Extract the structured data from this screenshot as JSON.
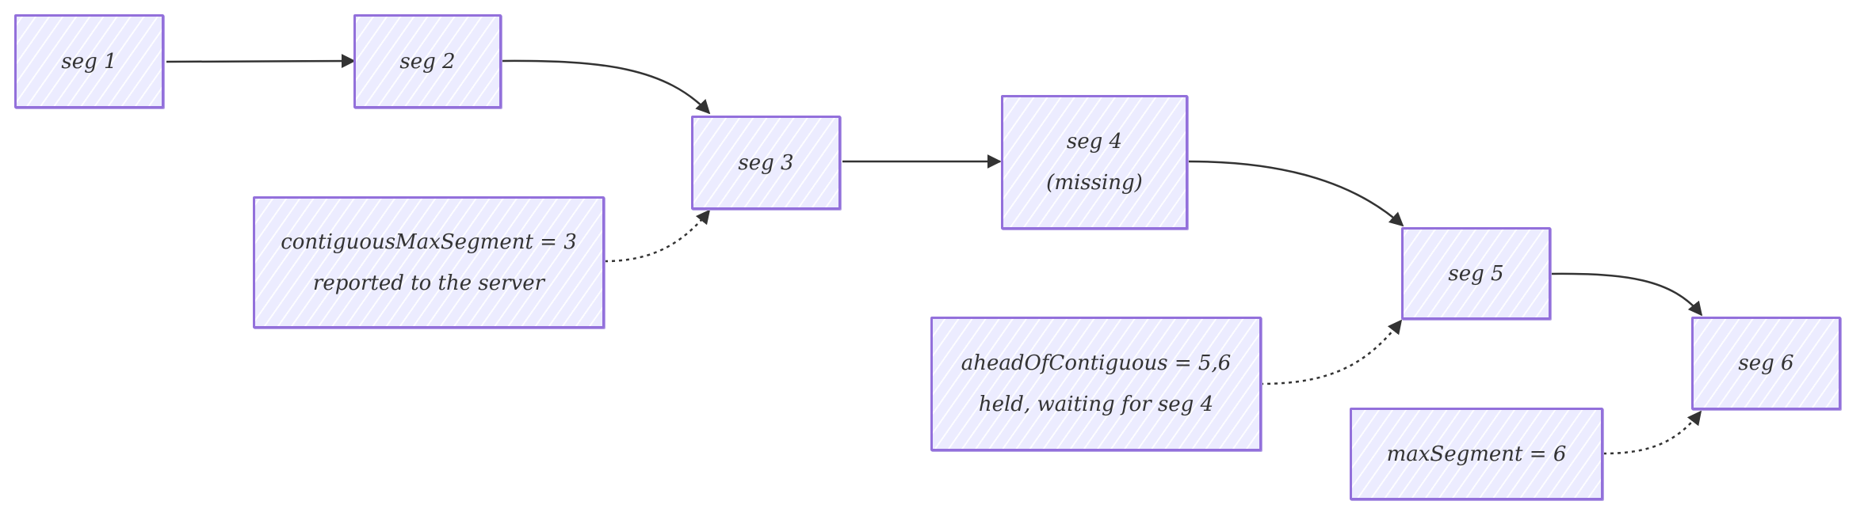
{
  "nodes": {
    "seg1": {
      "line1": "seg 1"
    },
    "seg2": {
      "line1": "seg 2"
    },
    "seg3": {
      "line1": "seg 3"
    },
    "seg4": {
      "line1": "seg 4",
      "line2": "(missing)"
    },
    "seg5": {
      "line1": "seg 5"
    },
    "seg6": {
      "line1": "seg 6"
    },
    "contiguous": {
      "line1": "contiguousMaxSegment = 3",
      "line2": "reported to the server"
    },
    "ahead": {
      "line1": "aheadOfContiguous = 5,6",
      "line2": "held, waiting for seg 4"
    },
    "max": {
      "line1": "maxSegment = 6"
    }
  },
  "edges": [
    {
      "from": "seg1",
      "to": "seg2",
      "style": "solid"
    },
    {
      "from": "seg2",
      "to": "seg3",
      "style": "solid"
    },
    {
      "from": "seg3",
      "to": "seg4",
      "style": "solid"
    },
    {
      "from": "seg4",
      "to": "seg5",
      "style": "solid"
    },
    {
      "from": "seg5",
      "to": "seg6",
      "style": "solid"
    },
    {
      "from": "contiguous",
      "to": "seg3",
      "style": "dotted"
    },
    {
      "from": "ahead",
      "to": "seg5",
      "style": "dotted"
    },
    {
      "from": "max",
      "to": "seg6",
      "style": "dotted"
    }
  ],
  "colors": {
    "node_fill": "#ececff",
    "node_border": "#9370db",
    "edge": "#333333",
    "text": "#333333"
  }
}
